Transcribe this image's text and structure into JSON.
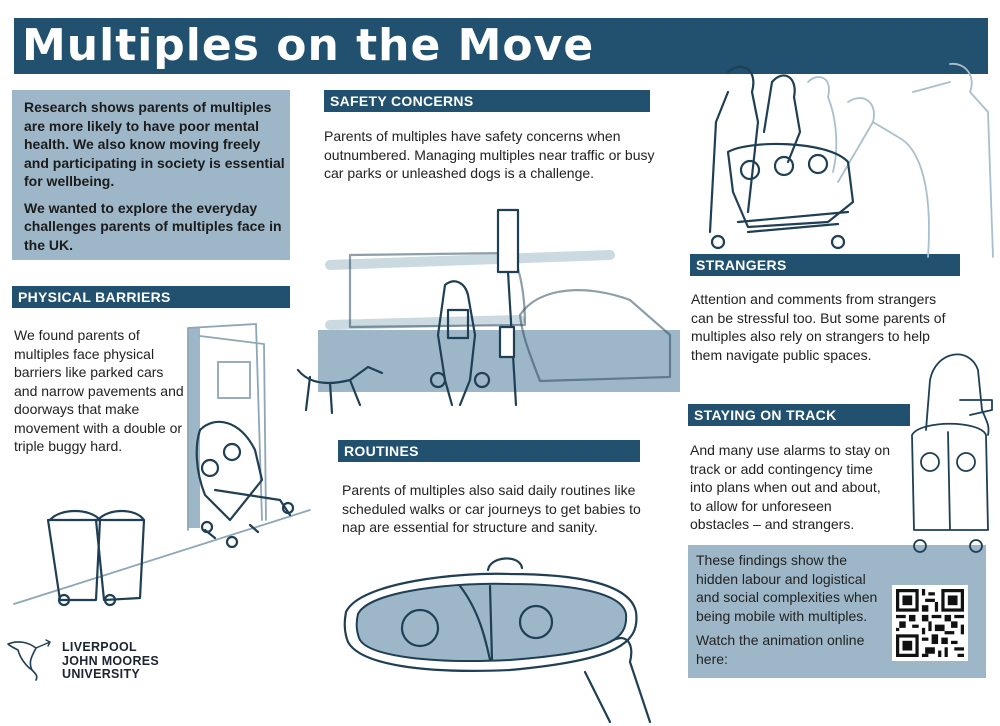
{
  "header": {
    "title": "Multiples on the Move"
  },
  "intro": {
    "paragraphs": [
      "Research shows parents of multiples are more likely to have poor mental health. We also know moving freely and participating in society is essential for wellbeing.",
      "We wanted to explore the everyday challenges parents of multiples face in the UK."
    ]
  },
  "sections": {
    "physical_barriers": {
      "heading": "PHYSICAL BARRIERS",
      "text": "We found parents of multiples face physical barriers like parked cars and narrow pavements and doorways that make movement with a double or triple buggy hard."
    },
    "safety_concerns": {
      "heading": "SAFETY CONCERNS",
      "text": "Parents of multiples have safety concerns when outnumbered. Managing multiples near traffic or busy car parks or unleashed dogs is a challenge."
    },
    "routines": {
      "heading": "ROUTINES",
      "text": "Parents of multiples also said daily routines like scheduled walks or car journeys to get babies to nap are essential for structure and sanity."
    },
    "strangers": {
      "heading": "STRANGERS",
      "text": "Attention and comments from strangers can be stressful too. But some parents of multiples also rely on strangers to help them navigate public spaces."
    },
    "staying_on_track": {
      "heading": "STAYING ON TRACK",
      "text": "And many use alarms to stay on track or add contingency time into plans when out and about, to allow for unforeseen obstacles – and strangers."
    }
  },
  "findings": {
    "text": "These findings show the hidden labour and logistical and social complexities when being mobile with multiples.",
    "cta": "Watch the animation online here:",
    "qr_icon": "qr-code"
  },
  "logo": {
    "lines": [
      "LIVERPOOL",
      "JOHN MOORES",
      "UNIVERSITY"
    ],
    "icon": "liver-bird-logo"
  },
  "colors": {
    "primary": "#22516f",
    "panel": "#9db7c8",
    "text": "#1e1e1e"
  }
}
